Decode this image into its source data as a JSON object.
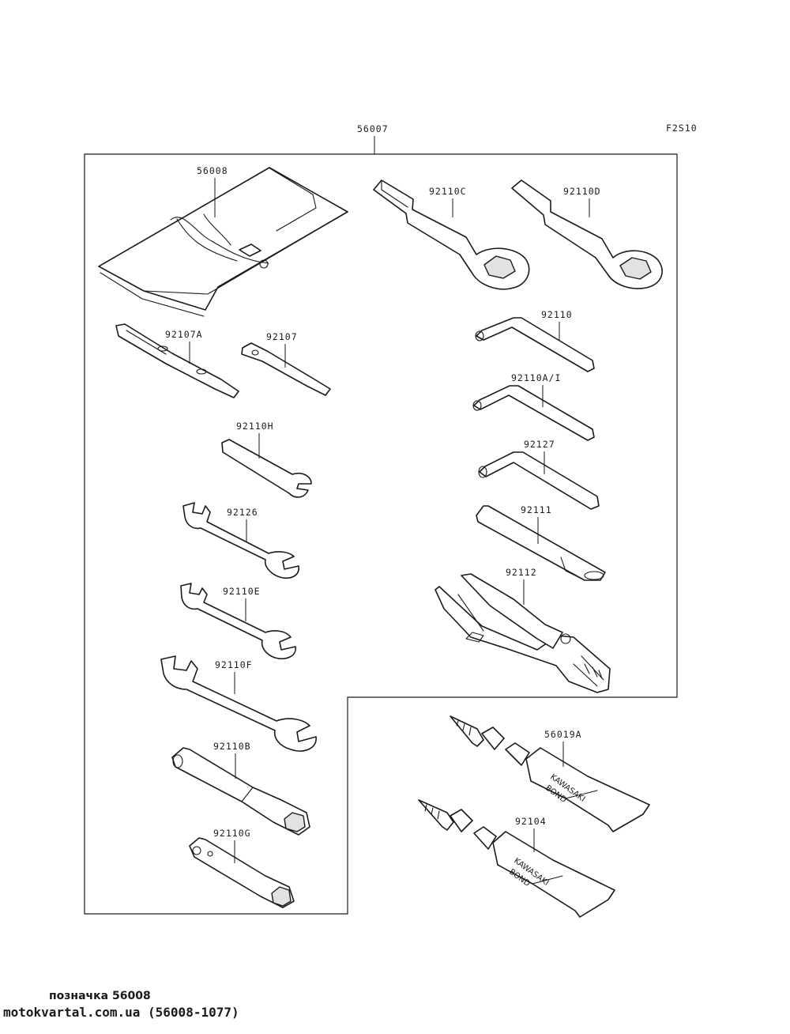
{
  "diagram": {
    "code": "F2S10",
    "kit_number": "56007",
    "parts": [
      {
        "id": "p56008",
        "number": "56008"
      },
      {
        "id": "p92110C",
        "number": "92110C"
      },
      {
        "id": "p92110D",
        "number": "92110D"
      },
      {
        "id": "p92107A",
        "number": "92107A"
      },
      {
        "id": "p92107",
        "number": "92107"
      },
      {
        "id": "p92110",
        "number": "92110"
      },
      {
        "id": "p92110AI",
        "number": "92110A/I"
      },
      {
        "id": "p92110H",
        "number": "92110H"
      },
      {
        "id": "p92127",
        "number": "92127"
      },
      {
        "id": "p92126",
        "number": "92126"
      },
      {
        "id": "p92111",
        "number": "92111"
      },
      {
        "id": "p92112",
        "number": "92112"
      },
      {
        "id": "p92110E",
        "number": "92110E"
      },
      {
        "id": "p92110F",
        "number": "92110F"
      },
      {
        "id": "p56019A",
        "number": "56019A"
      },
      {
        "id": "p92110B",
        "number": "92110B"
      },
      {
        "id": "p92104",
        "number": "92104"
      },
      {
        "id": "p92110G",
        "number": "92110G"
      }
    ],
    "tube_brand": "KAWASAKI",
    "tube_product": "BOND"
  },
  "caption": {
    "line1": "позначка 56008",
    "line2": "motokvartal.com.ua (56008-1077)"
  }
}
